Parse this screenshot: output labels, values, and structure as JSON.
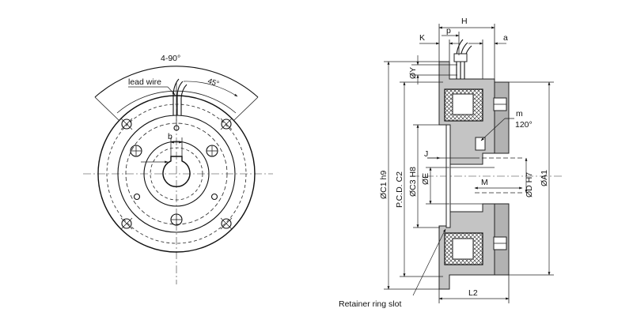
{
  "front_view": {
    "angle_label": "4-90°",
    "angle_small_label": "45°",
    "lead_wire_label": "lead wire",
    "keyway_label": "b"
  },
  "side_view": {
    "dim_H": "H",
    "dim_K": "K",
    "dim_p": "p",
    "dim_a": "a",
    "dim_Y": "ØY",
    "dim_m": "m",
    "dim_angle": "120°",
    "dim_J": "J",
    "dim_M": "M",
    "dim_C1": "ØC1 h9",
    "dim_PCD": "P.C.D. C2",
    "dim_C3": "ØC3 H8",
    "dim_E": "ØE",
    "dim_D": "ØD H7",
    "dim_A1": "ØA1",
    "dim_L2": "L2",
    "retainer_label": "Retainer ring slot"
  },
  "colors": {
    "body_fill": "#c4c4c4",
    "line": "#111111"
  }
}
